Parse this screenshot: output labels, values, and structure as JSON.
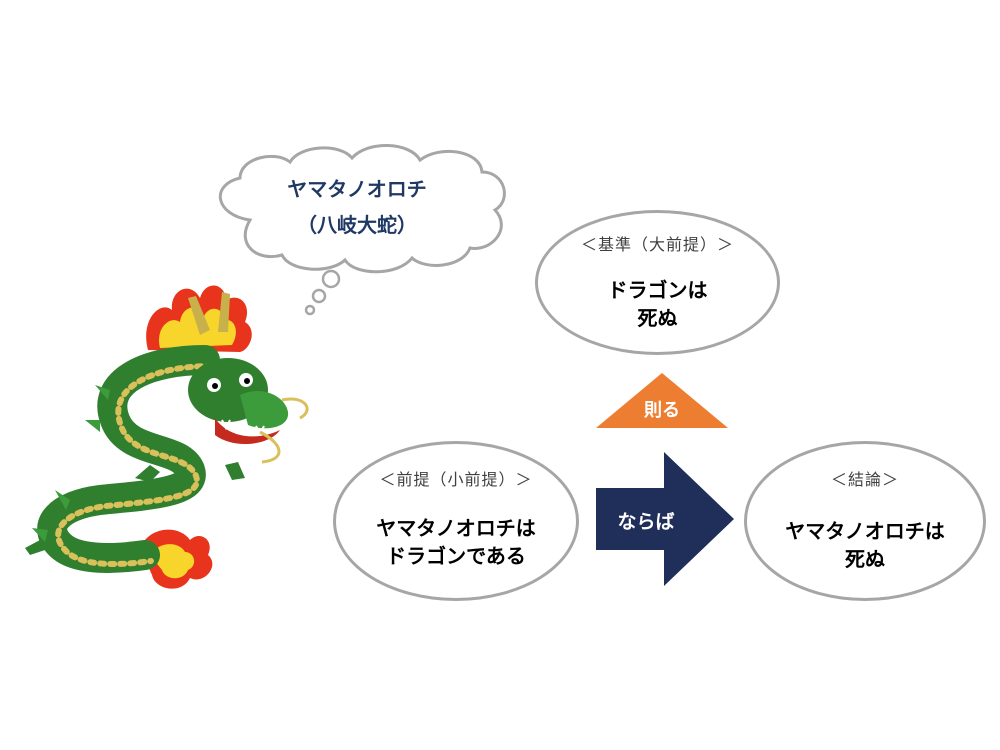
{
  "thought_bubble": {
    "line1": "ヤマタノオロチ",
    "line2": "（八岐大蛇）"
  },
  "major_premise": {
    "header": "＜基準（大前提）＞",
    "line1": "ドラゴンは",
    "line2": "死ぬ"
  },
  "rule_label": "則る",
  "minor_premise": {
    "header": "＜前提（小前提）＞",
    "line1": "ヤマタノオロチは",
    "line2": "ドラゴンである"
  },
  "arrow_label": "ならば",
  "conclusion": {
    "header": "＜結論＞",
    "line1": "ヤマタノオロチは",
    "line2": "死ぬ"
  },
  "colors": {
    "ellipse_border": "#a6a6a6",
    "triangle": "#ed7d31",
    "arrow": "#1f2f5a",
    "cloud_text": "#1f3864"
  },
  "icons": {
    "dragon": "dragon-illustration"
  }
}
